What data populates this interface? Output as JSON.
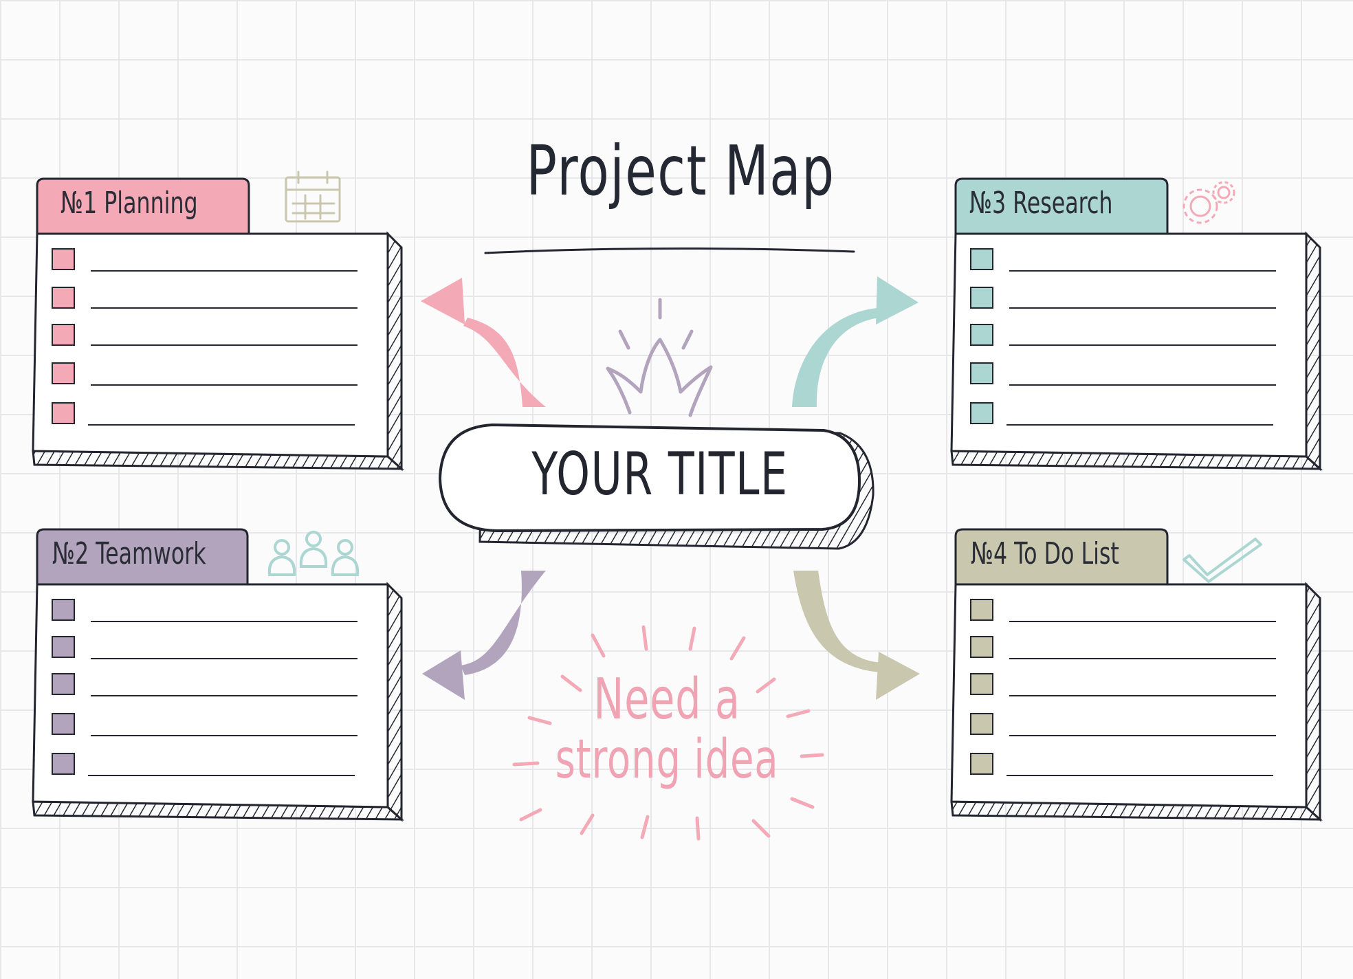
{
  "title": "Project Map",
  "center_title": "YOUR TITLE",
  "idea": {
    "line1": "Need a",
    "line2": "strong idea"
  },
  "panels": [
    {
      "label": "№1 Planning",
      "color": "#f4a9b7",
      "icon": "calendar-icon"
    },
    {
      "label": "№2 Teamwork",
      "color": "#b3a4bd",
      "icon": "people-icon"
    },
    {
      "label": "№3 Research",
      "color": "#acd6d2",
      "icon": "gears-icon"
    },
    {
      "label": "№4 To Do List",
      "color": "#c9c7ad",
      "icon": "checkmark-icon"
    }
  ],
  "colors": {
    "ink": "#23262f",
    "grid": "#e7e7ea",
    "background": "#fbfbfc"
  }
}
